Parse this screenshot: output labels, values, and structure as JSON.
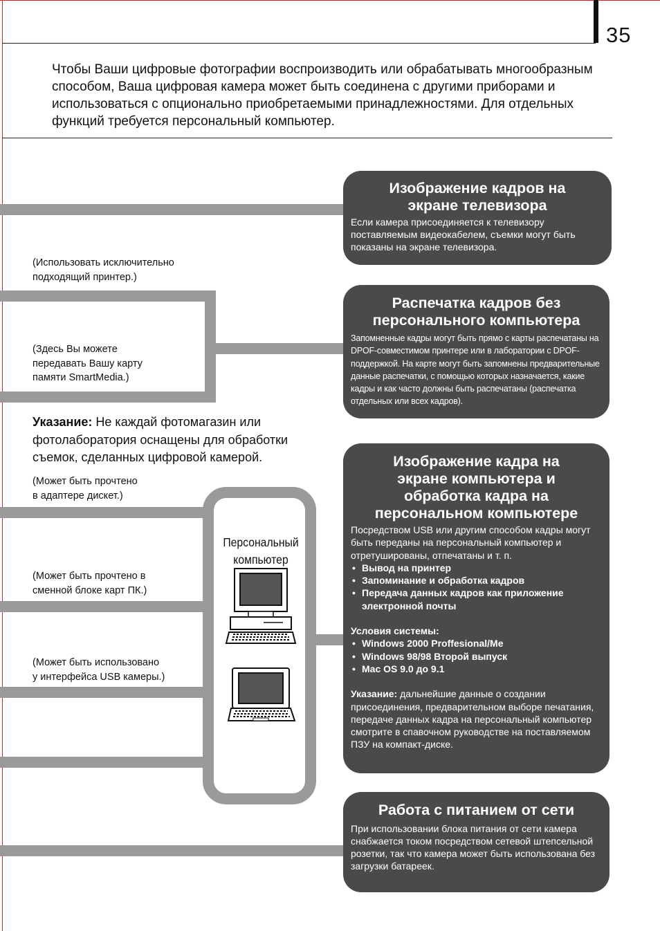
{
  "page": {
    "number": "35"
  },
  "intro": "Чтобы Ваши цифровые фотографии воспроизводить или обрабатывать многообразным способом, Ваша цифровая камера может быть соединена с другими приборами и использоваться с опционально приобретаемыми принадлежностями. Для отдельных функций требуется персональный компьютер.",
  "side_labels": {
    "printer": [
      "(Использовать исключительно",
      "подходящий принтер.)"
    ],
    "lab": [
      "(Здесь Вы можете",
      "передавать Вашу карту",
      "памяти SmartMedia.)"
    ],
    "floppy": [
      "(Может быть прочтено",
      "в адаптере дискет.)"
    ],
    "pccard": [
      "(Может быть прочтено в",
      "сменной блоке карт ПК.)"
    ],
    "usb": [
      "(Может быть использовано",
      "у интерфейса USB камеры.)"
    ]
  },
  "note": {
    "label": "Указание:",
    "text": " Не каждай фотомагазин или фотолаборатория оснащены для обработки съемок, сделанных цифровой камерой."
  },
  "pc_label": [
    "Персональный",
    "компьютер"
  ],
  "boxes": {
    "tv": {
      "title": [
        "Изображение кадров на",
        "экране телевизора"
      ],
      "text": "Если камера присоединяется к телевизору поставляемым видеокабелем, съемки могут быть показаны на экране телевизора."
    },
    "print": {
      "title": [
        "Распечатка кадров без",
        "персонального компьютера"
      ],
      "text": "Запомненные кадры могут быть прямо с карты распечатаны на DPOF-совместимом принтере или в лаборатории с DPOF-поддержкой. На карте могут быть запомнены предварительные данные распечатки, с помощью которых назначается, какие кадры и как часто должны быть распечатаны (распечатка отдельных или всех кадров)."
    },
    "computer": {
      "title": [
        "Изображение кадра на",
        "экране компьютера и",
        "обработка кадра на",
        "персональном компьютере"
      ],
      "text": "Посредством USB или другим способом кадры могут быть переданы на персональный компьютер и отретушированы, отпечатаны и т. п.",
      "bullets": [
        "Вывод на принтер",
        "Запоминание и обработка кадров",
        "Передача данных кадров как приложение электронной почты"
      ],
      "system_title": "Условия системы:",
      "system": [
        "Windows 2000 Proffesional/Me",
        "Windows 98/98 Второй выпуск",
        "Mac OS 9.0 до 9.1"
      ],
      "note_label": "Указание:",
      "note_text": " дальнейшие данные о создании присоединения, предварительном выборе печатания, передаче данных кадра на персональный компьютер смотрите в спавочном руководстве на поставляемом ПЗУ на компакт-диске."
    },
    "power": {
      "title": [
        "Работа с питанием от сети"
      ],
      "text": "При использовании блока питания от сети камера снабжается током посредством сетевой штепсельной розетки, так что камера может быть использована без загрузки батареек."
    }
  }
}
